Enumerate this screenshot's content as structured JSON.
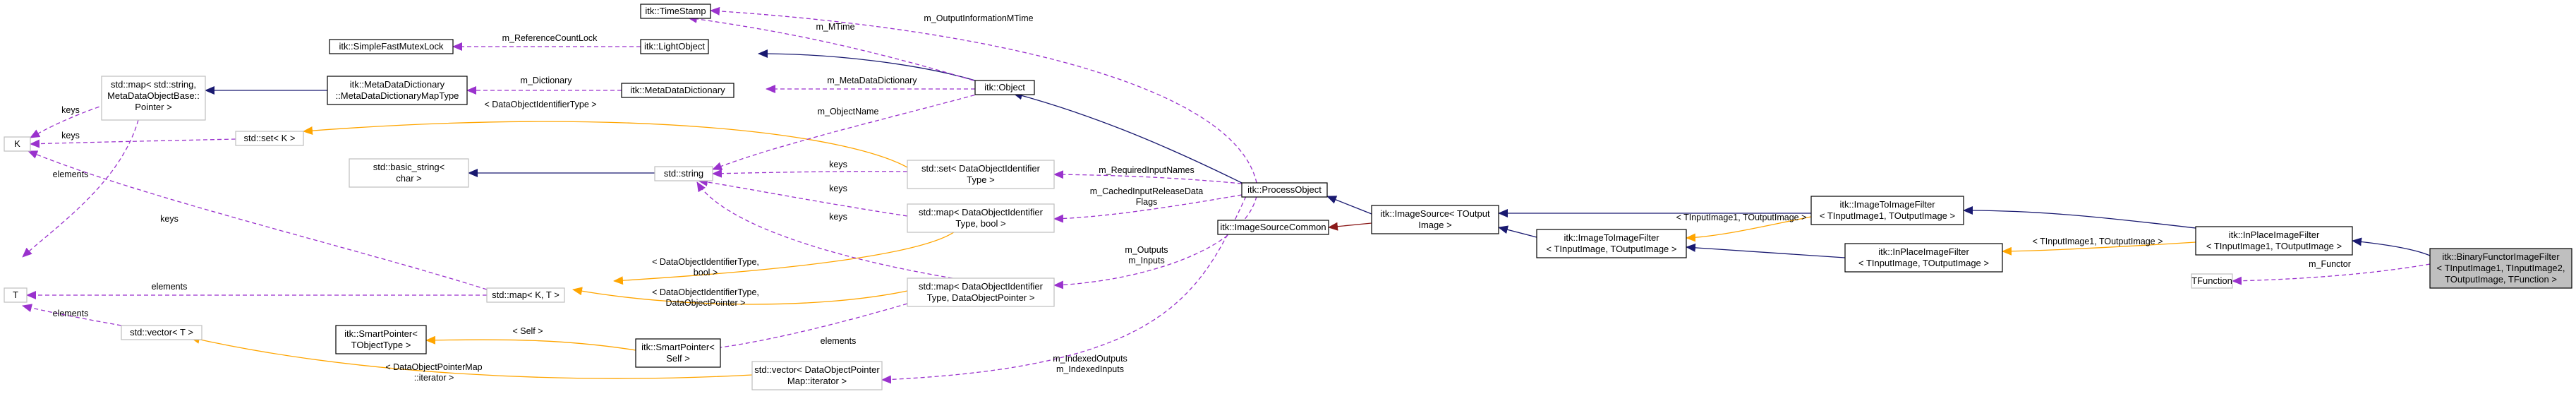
{
  "nodes": {
    "itk_timestamp": [
      "itk::TimeStamp"
    ],
    "itk_simplefastmutexlock": [
      "itk::SimpleFastMutexLock"
    ],
    "itk_lightobject": [
      "itk::LightObject"
    ],
    "std_map_string_metadata": [
      "std::map< std::string,",
      "MetaDataObjectBase::",
      "Pointer >"
    ],
    "itk_metadatadictionary_maptype": [
      "itk::MetaDataDictionary",
      "::MetaDataDictionaryMapType"
    ],
    "itk_metadatadictionary": [
      "itk::MetaDataDictionary"
    ],
    "itk_object": [
      "itk::Object"
    ],
    "k": [
      "K"
    ],
    "std_set_k": [
      "std::set< K >"
    ],
    "std_basic_string": [
      "std::basic_string<",
      "char >"
    ],
    "std_string": [
      "std::string"
    ],
    "std_set_dataobjectidentifier": [
      "std::set< DataObjectIdentifier",
      "Type >"
    ],
    "itk_processobject": [
      "itk::ProcessObject"
    ],
    "std_map_dataobjectidentifier_bool": [
      "std::map< DataObjectIdentifier",
      "Type, bool >"
    ],
    "itk_imagesource": [
      "itk::ImageSource< TOutput",
      "Image >"
    ],
    "itk_imagesourcecommon": [
      "itk::ImageSourceCommon"
    ],
    "itk_imagetoimagefilter_in1_out": [
      "itk::ImageToImageFilter",
      "< TInputImage1, TOutputImage >"
    ],
    "itk_inplaceimagefilter_in1_out": [
      "itk::InPlaceImageFilter",
      "< TInputImage1, TOutputImage >"
    ],
    "itk_binaryfunctorimagefilter": [
      "itk::BinaryFunctorImageFilter",
      "< TInputImage1, TInputImage2,",
      "TOutputImage, TFunction >"
    ],
    "itk_imagetoimagefilter_in_out": [
      "itk::ImageToImageFilter",
      "< TInputImage, TOutputImage >"
    ],
    "itk_inplaceimagefilter_in_out": [
      "itk::InPlaceImageFilter",
      "< TInputImage, TOutputImage >"
    ],
    "tfunction": [
      "TFunction"
    ],
    "t": [
      "T"
    ],
    "std_map_k_t": [
      "std::map< K, T >"
    ],
    "std_map_dataobjectidentifier_pointer": [
      "std::map< DataObjectIdentifier",
      "Type, DataObjectPointer >"
    ],
    "itk_smartpointer_tobjecttype": [
      "itk::SmartPointer<",
      "TObjectType >"
    ],
    "itk_smartpointer_self": [
      "itk::SmartPointer<",
      "Self >"
    ],
    "std_vector_t": [
      "std::vector< T >"
    ],
    "std_vector_dataobjectpointer_iterator": [
      "std::vector< DataObjectPointer",
      "Map::iterator >"
    ]
  },
  "edges": {
    "m_output_information_mtime": [
      "m_OutputInformationMTime"
    ],
    "m_mtime": [
      "m_MTime"
    ],
    "m_reference_count_lock": [
      "m_ReferenceCountLock"
    ],
    "m_dictionary": [
      "m_Dictionary"
    ],
    "m_metadatadictionary": [
      "m_MetaDataDictionary"
    ],
    "keys_k_map": [
      "keys"
    ],
    "elements_t_map": [
      "elements"
    ],
    "dataobjectidentifiertype_set": [
      "< DataObjectIdentifierType >"
    ],
    "keys_k_set": [
      "keys"
    ],
    "m_objectname": [
      "m_ObjectName"
    ],
    "keys_string_set": [
      "keys"
    ],
    "m_requiredinputnames": [
      "m_RequiredInputNames"
    ],
    "keys_string_map_bool": [
      "keys"
    ],
    "m_cachedinputreleasedataflags": [
      "m_CachedInputReleaseData",
      "Flags"
    ],
    "keys_string_map_ptr": [
      "keys"
    ],
    "m_outputs_inputs": [
      "m_Outputs",
      "m_Inputs"
    ],
    "keys_k_mapkt": [
      "keys"
    ],
    "elements_t_mapkt": [
      "elements"
    ],
    "mapkt_bool_binding": [
      "< DataObjectIdentifierType,",
      "bool >"
    ],
    "mapkt_ptr_binding": [
      "< DataObjectIdentifierType,",
      "DataObjectPointer >"
    ],
    "self_binding": [
      "< Self >"
    ],
    "elements_smartpointer": [
      "elements"
    ],
    "elements_t_vector": [
      "elements"
    ],
    "vector_iterator_binding": [
      "< DataObjectPointerMap",
      "::iterator >"
    ],
    "m_indexedoutputs_inputs": [
      "m_IndexedOutputs",
      "m_IndexedInputs"
    ],
    "imagetoimage_in1_binding": [
      "< TInputImage1, TOutputImage >"
    ],
    "inplace_in1_binding": [
      "< TInputImage1, TOutputImage >"
    ],
    "m_functor": [
      "m_Functor"
    ]
  },
  "colors": {
    "inheritance": "#191970",
    "usage": "#9a32cd",
    "template": "#ffa500",
    "private_inheritance": "#8b1a1a",
    "focus_fill": "#bfbfbf",
    "grey_border": "#bfbfbf"
  }
}
